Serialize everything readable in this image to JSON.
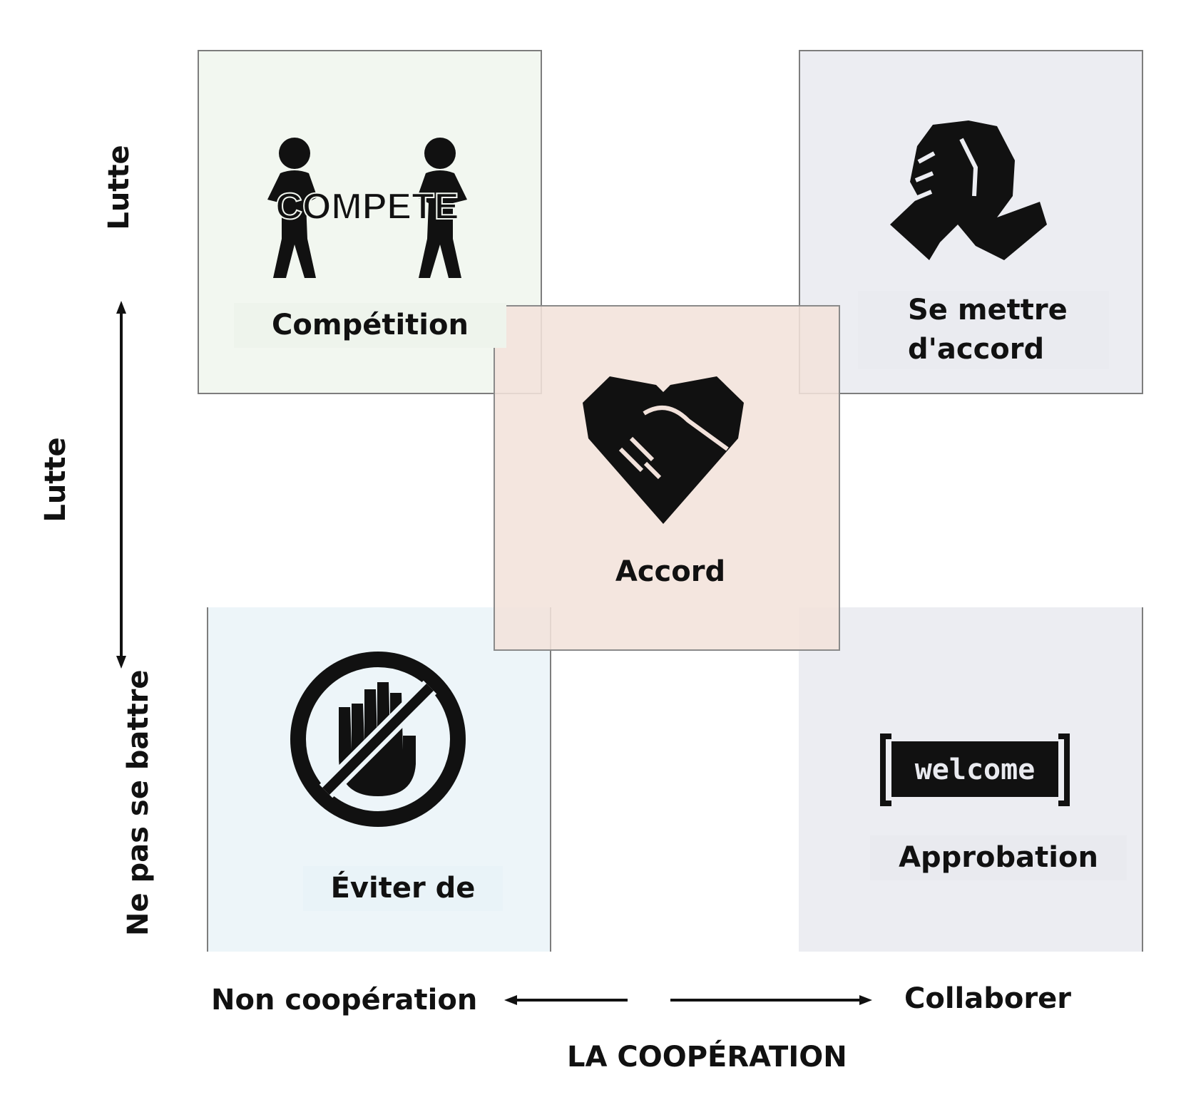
{
  "quadrants": {
    "top_left": {
      "label": "Compétition",
      "icon": "compete-figures-icon",
      "icon_text": "COMPETE",
      "color": "#f2f7f0"
    },
    "top_right": {
      "label_lines": [
        "Se mettre",
        "d'accord"
      ],
      "icon": "fist-bump-icon",
      "color": "#ecedf2"
    },
    "center": {
      "label": "Accord",
      "icon": "handshake-heart-icon",
      "color": "#f2e2db"
    },
    "bottom_left": {
      "label": "Éviter de",
      "icon": "stop-hand-icon",
      "color": "#edf5f9"
    },
    "bottom_right": {
      "label": "Approbation",
      "icon": "welcome-banner-icon",
      "icon_text": "welcome",
      "color": "#ecedf2"
    }
  },
  "axes": {
    "y_top_label": "Lutte",
    "y_title": "Lutte",
    "y_bottom_label": "Ne pas se battre",
    "x_left_label": "Non coopération",
    "x_right_label": "Collaborer",
    "x_title": "LA COOPÉRATION"
  }
}
